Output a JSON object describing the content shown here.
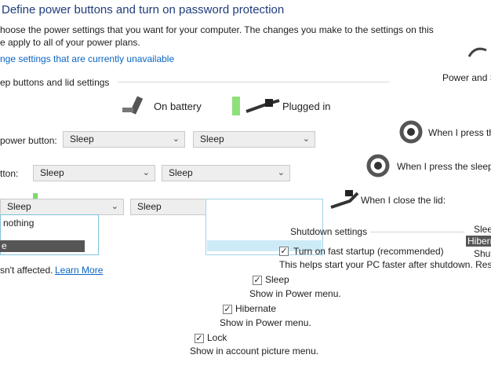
{
  "header": {
    "title": "Define power buttons and turn on password protection",
    "desc_line1": "hoose the power settings that you want for your computer. The changes you make to the settings on this",
    "desc_line2": "e apply to all of your power plans.",
    "change_link": "nge settings that are currently unavailable"
  },
  "section": {
    "heading": "ep buttons and lid settings",
    "col_battery": "On battery",
    "col_plugged": "Plugged in"
  },
  "rows": [
    {
      "label": "power button:",
      "battery": "Sleep",
      "plugged": "Sleep"
    },
    {
      "label": "tton:",
      "battery": "Sleep",
      "plugged": "Sleep"
    },
    {
      "label": "",
      "battery": "Sleep",
      "plugged": "Sleep"
    }
  ],
  "dropdown_list": {
    "item_nothing": "nothing",
    "item_selected": "e"
  },
  "footer_text": "sn't affected.",
  "learn_more": "Learn More",
  "shutdown": {
    "heading": "Shutdown settings",
    "fast_startup_label": "Turn on fast startup (recommended)",
    "fast_startup_desc": "This helps start your PC faster after shutdown. Resta",
    "sleep_label": "Sleep",
    "sleep_desc": "Show in Power menu.",
    "hibernate_label": "Hibernate",
    "hibernate_desc": "Show in Power menu.",
    "lock_label": "Lock",
    "lock_desc": "Show in account picture menu."
  },
  "right_panel": {
    "power_and": "Power and S",
    "when_power": "When I press th",
    "when_sleep": "When I press the sleep",
    "when_lid": "When I close the lid:",
    "small_sleep": "Slee",
    "small_hibern": "Hibern",
    "small_shutdo": "Shutdow"
  },
  "colors": {
    "link": "#0a66c2",
    "title": "#1f3c7a",
    "selected_bg": "#565656"
  }
}
